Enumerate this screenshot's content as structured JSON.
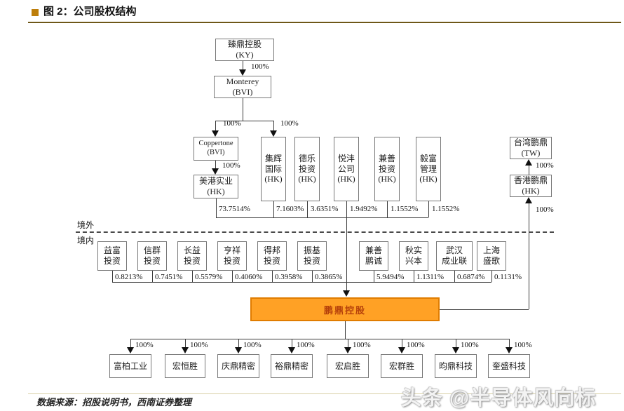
{
  "header": {
    "title": "图 2：公司股权结构"
  },
  "labels": {
    "pct100": "100%",
    "overseas": "境外",
    "domestic": "境内"
  },
  "chart": {
    "root": {
      "name": "臻鼎控股",
      "region": "(KY)"
    },
    "monterey": {
      "name": "Monterey",
      "region": "(BVI)"
    },
    "coppertone": {
      "name": "Coppertone",
      "region": "(BVI)"
    },
    "meigang": {
      "name": "美港实业",
      "region": "(HK)",
      "percent": "73.7514%"
    },
    "overseas_holders": [
      {
        "name": "集辉\n国际",
        "region": "(HK)",
        "percent": "7.1603%"
      },
      {
        "name": "德乐\n投资",
        "region": "(HK)",
        "percent": "3.6351%"
      },
      {
        "name": "悦沣\n公司",
        "region": "(HK)",
        "percent": "1.9492%"
      },
      {
        "name": "兼善\n投资",
        "region": "(HK)",
        "percent": "1.1552%"
      },
      {
        "name": "毅富\n管理",
        "region": "(HK)",
        "percent": "1.1552%"
      }
    ],
    "taiwan": {
      "name": "台湾鹏鼎",
      "region": "(TW)"
    },
    "hongkong": {
      "name": "香港鹏鼎",
      "region": "(HK)"
    },
    "domestic_holders": [
      {
        "name": "益富\n投资",
        "percent": "0.8213%"
      },
      {
        "name": "信群\n投资",
        "percent": "0.7451%"
      },
      {
        "name": "长益\n投资",
        "percent": "0.5579%"
      },
      {
        "name": "亨祥\n投资",
        "percent": "0.4060%"
      },
      {
        "name": "得邦\n投资",
        "percent": "0.3958%"
      },
      {
        "name": "振基\n投资",
        "percent": "0.3865%"
      },
      {
        "name": "兼善\n鹏诚",
        "percent": "5.9494%"
      },
      {
        "name": "秋实\n兴本",
        "percent": "1.1311%"
      },
      {
        "name": "武汉\n成业联",
        "percent": "0.6874%"
      },
      {
        "name": "上海\n盛歌",
        "percent": "0.1131%"
      }
    ],
    "company": {
      "name": "鹏鼎控股"
    },
    "subsidiaries": [
      {
        "name": "富柏工业",
        "percent": "100%"
      },
      {
        "name": "宏恒胜",
        "percent": "100%"
      },
      {
        "name": "庆鼎精密",
        "percent": "100%"
      },
      {
        "name": "裕鼎精密",
        "percent": "100%"
      },
      {
        "name": "宏启胜",
        "percent": "100%"
      },
      {
        "name": "宏群胜",
        "percent": "100%"
      },
      {
        "name": "昀鼎科技",
        "percent": "100%"
      },
      {
        "name": "奎盛科技",
        "percent": "100%"
      }
    ]
  },
  "footer": {
    "source": "数据来源：招股说明书，西南证券整理"
  },
  "watermark": {
    "text": "头条 @半导体风向标"
  },
  "colors": {
    "company_box_bg": "#FFA125",
    "company_box_border": "#E07C00",
    "company_text": "#B5400A",
    "header_rule": "#6E5718",
    "header_square": "#BD7E0B"
  }
}
